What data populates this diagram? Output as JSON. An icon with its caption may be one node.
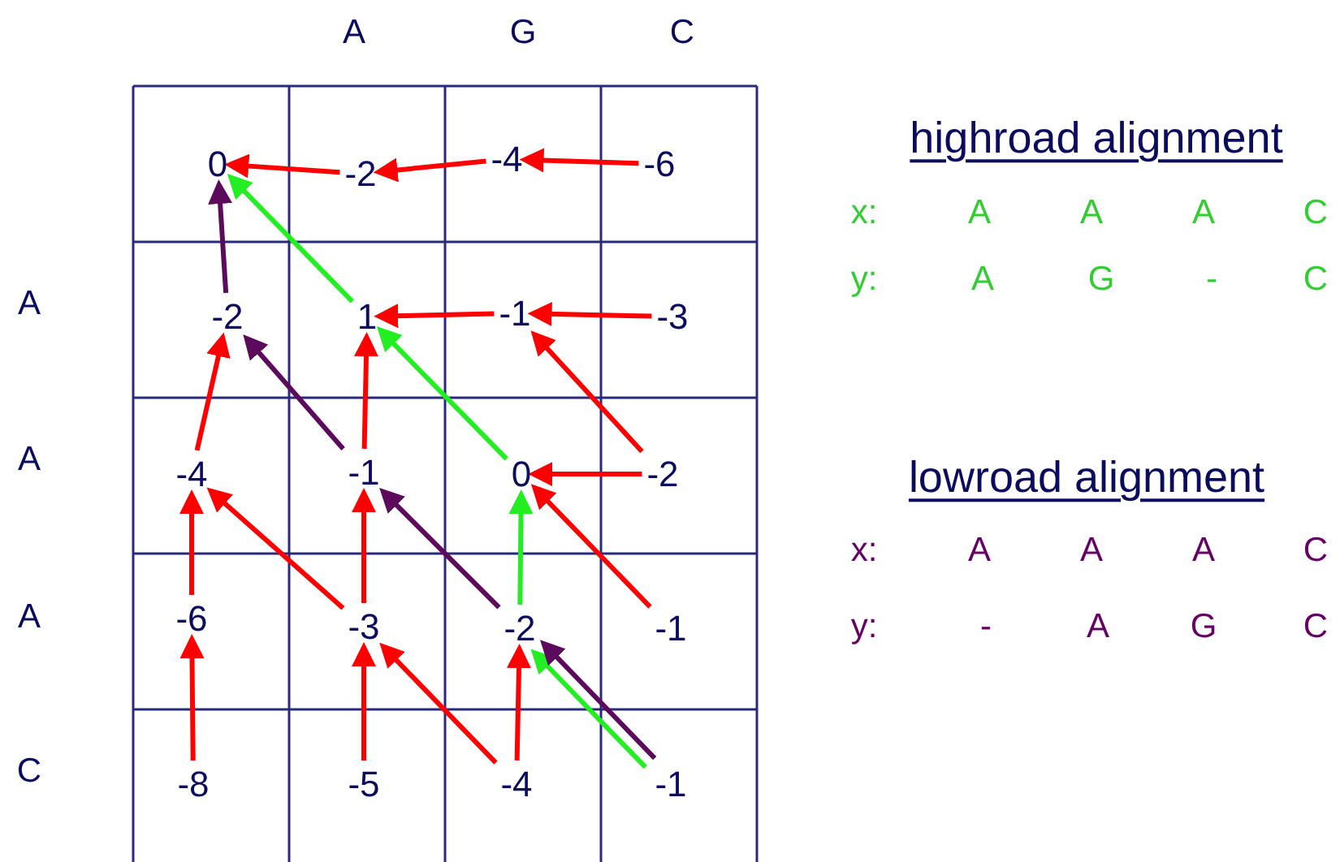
{
  "diagram": {
    "nodes": [
      {
        "text": [
          "0"
        ]
      },
      {
        "text": [
          "-2"
        ]
      },
      {
        "text": [
          "-4"
        ]
      },
      {
        "text": [
          "-6"
        ]
      },
      {
        "text": [
          "-2"
        ]
      },
      {
        "text": [
          "1"
        ]
      },
      {
        "text": [
          "-1"
        ]
      },
      {
        "text": [
          "-3"
        ]
      },
      {
        "text": [
          "-4"
        ]
      },
      {
        "text": [
          "-1"
        ]
      },
      {
        "text": [
          "0"
        ]
      },
      {
        "text": [
          "-2"
        ]
      },
      {
        "text": [
          "-6"
        ]
      },
      {
        "text": [
          "-3"
        ]
      },
      {
        "text": [
          "-2"
        ]
      },
      {
        "text": [
          "-1"
        ]
      },
      {
        "text": [
          "-8"
        ]
      },
      {
        "text": [
          "-5"
        ]
      },
      {
        "text": [
          "-4"
        ]
      },
      {
        "text": [
          "-1"
        ]
      }
    ],
    "edges": [
      {
        "from": 1,
        "to": 0,
        "arrow": "to"
      },
      {
        "from": 2,
        "to": 1,
        "arrow": "to"
      },
      {
        "from": 3,
        "to": 2,
        "arrow": "to"
      },
      {
        "from": 4,
        "to": 0,
        "arrow": "to",
        "color": "#5c0a5c"
      },
      {
        "from": 5,
        "to": 0,
        "arrow": "to",
        "color": "#22ee22"
      },
      {
        "from": 6,
        "to": 5,
        "arrow": "to"
      },
      {
        "from": 7,
        "to": 6,
        "arrow": "to"
      },
      {
        "from": 8,
        "to": 4,
        "arrow": "to"
      },
      {
        "from": 9,
        "to": 4,
        "arrow": "to",
        "color": "#5c0a5c"
      },
      {
        "from": 9,
        "to": 5,
        "arrow": "to"
      },
      {
        "from": 10,
        "to": 5,
        "arrow": "to",
        "color": "#22ee22"
      },
      {
        "from": 11,
        "to": 6,
        "arrow": "to"
      },
      {
        "from": 11,
        "to": 10,
        "arrow": "to"
      },
      {
        "from": 12,
        "to": 8,
        "arrow": "to"
      },
      {
        "from": 13,
        "to": 8,
        "arrow": "to"
      },
      {
        "from": 13,
        "to": 9,
        "arrow": "to"
      },
      {
        "from": 14,
        "to": 9,
        "arrow": "to",
        "color": "#5c0a5c"
      },
      {
        "from": 14,
        "to": 10,
        "arrow": "to",
        "color": "#22ee22"
      },
      {
        "from": 15,
        "to": 10,
        "arrow": "to"
      },
      {
        "from": 16,
        "to": 12,
        "arrow": "to"
      },
      {
        "from": 17,
        "to": 13,
        "arrow": "to"
      },
      {
        "from": 18,
        "to": 13,
        "arrow": "to"
      },
      {
        "from": 18,
        "to": 14,
        "arrow": "to"
      },
      {
        "from": 19,
        "to": 14,
        "arrow": "to",
        "color": "#22ee22"
      },
      {
        "from": 19,
        "to": 14,
        "arrow": "to",
        "color": "#5c0a5c"
      }
    ],
    "labels": [
      "A",
      "G",
      "C",
      "A",
      "A",
      "A",
      "C",
      "highroad alignment",
      "x:",
      "A",
      "A",
      "A",
      "C",
      "y:",
      "A",
      "G",
      "-",
      "C",
      "lowroad alignment",
      "x:",
      "A",
      "A",
      "A",
      "C",
      "y:",
      "-",
      "A",
      "G",
      "C"
    ]
  }
}
